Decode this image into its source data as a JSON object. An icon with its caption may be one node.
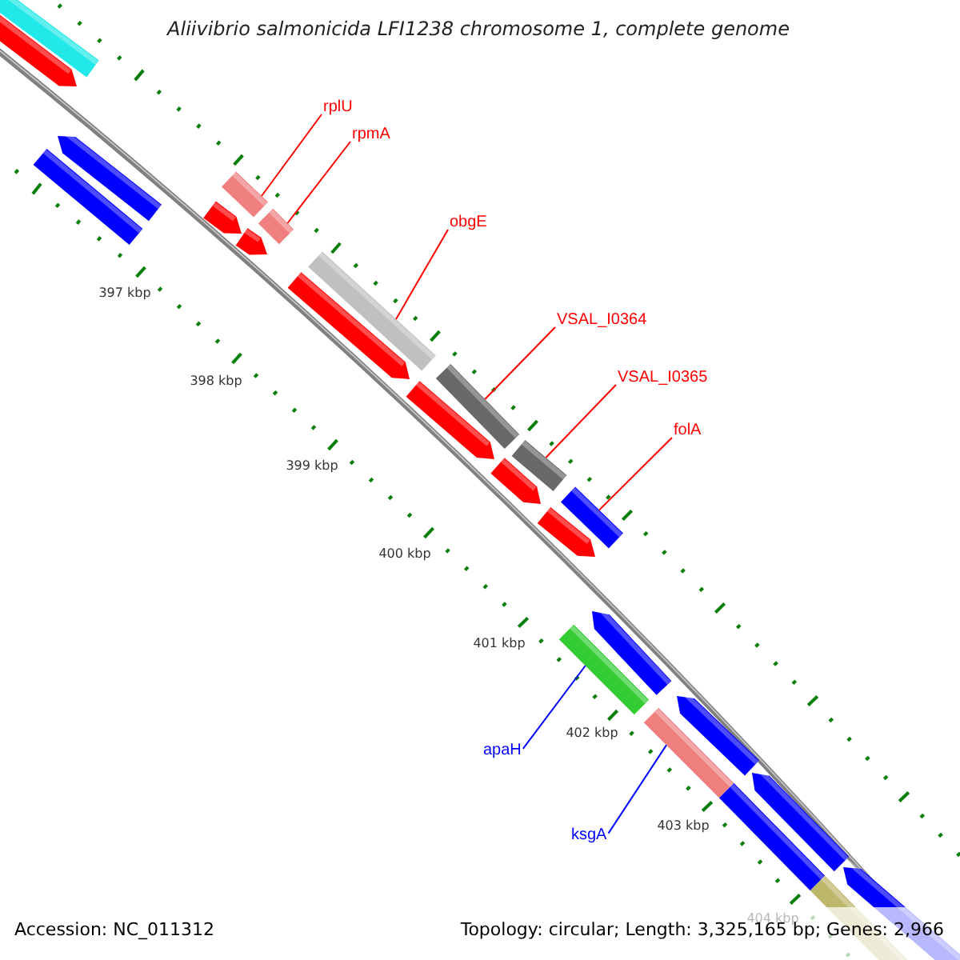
{
  "diagram": {
    "title": "Aliivibrio salmonicida LFI1238 chromosome 1, complete genome",
    "nodes": [
      {
        "text": [
          "rplU"
        ]
      },
      {
        "text": [
          "rpmA"
        ]
      },
      {
        "text": [
          "obgE"
        ]
      },
      {
        "text": [
          "VSAL_I0364"
        ]
      },
      {
        "text": [
          "VSAL_I0365"
        ]
      },
      {
        "text": [
          "folA"
        ]
      },
      {
        "text": [
          "apaH"
        ]
      },
      {
        "text": [
          "ksgA"
        ]
      },
      {
        "text": [],
        "shape": "bar"
      },
      {
        "text": [],
        "shape": "bar"
      },
      {
        "text": [],
        "shape": "bar"
      },
      {
        "text": [],
        "shape": "bar"
      },
      {
        "text": [],
        "shape": "bar"
      },
      {
        "text": [],
        "shape": "bar"
      },
      {
        "text": [],
        "shape": "bar"
      },
      {
        "text": [],
        "shape": "bar"
      }
    ],
    "edges": [
      {
        "from": 0,
        "to": 8,
        "arrow": "none"
      },
      {
        "from": 1,
        "to": 9,
        "arrow": "none"
      },
      {
        "from": 2,
        "to": 10,
        "arrow": "none"
      },
      {
        "from": 3,
        "to": 11,
        "arrow": "none"
      },
      {
        "from": 4,
        "to": 12,
        "arrow": "none"
      },
      {
        "from": 5,
        "to": 13,
        "arrow": "none"
      },
      {
        "from": 6,
        "to": 14,
        "arrow": "none",
        "color": "#0000ff"
      },
      {
        "from": 7,
        "to": 15,
        "arrow": "none",
        "color": "#0000ff"
      }
    ],
    "labels": [
      "397 kbp",
      "398 kbp",
      "399 kbp",
      "400 kbp",
      "401 kbp",
      "402 kbp",
      "403 kbp",
      "404 kbp",
      "Accession: NC_011312",
      "Topology: circular; Length: 3,325,165 bp; Genes: 2,966"
    ]
  }
}
